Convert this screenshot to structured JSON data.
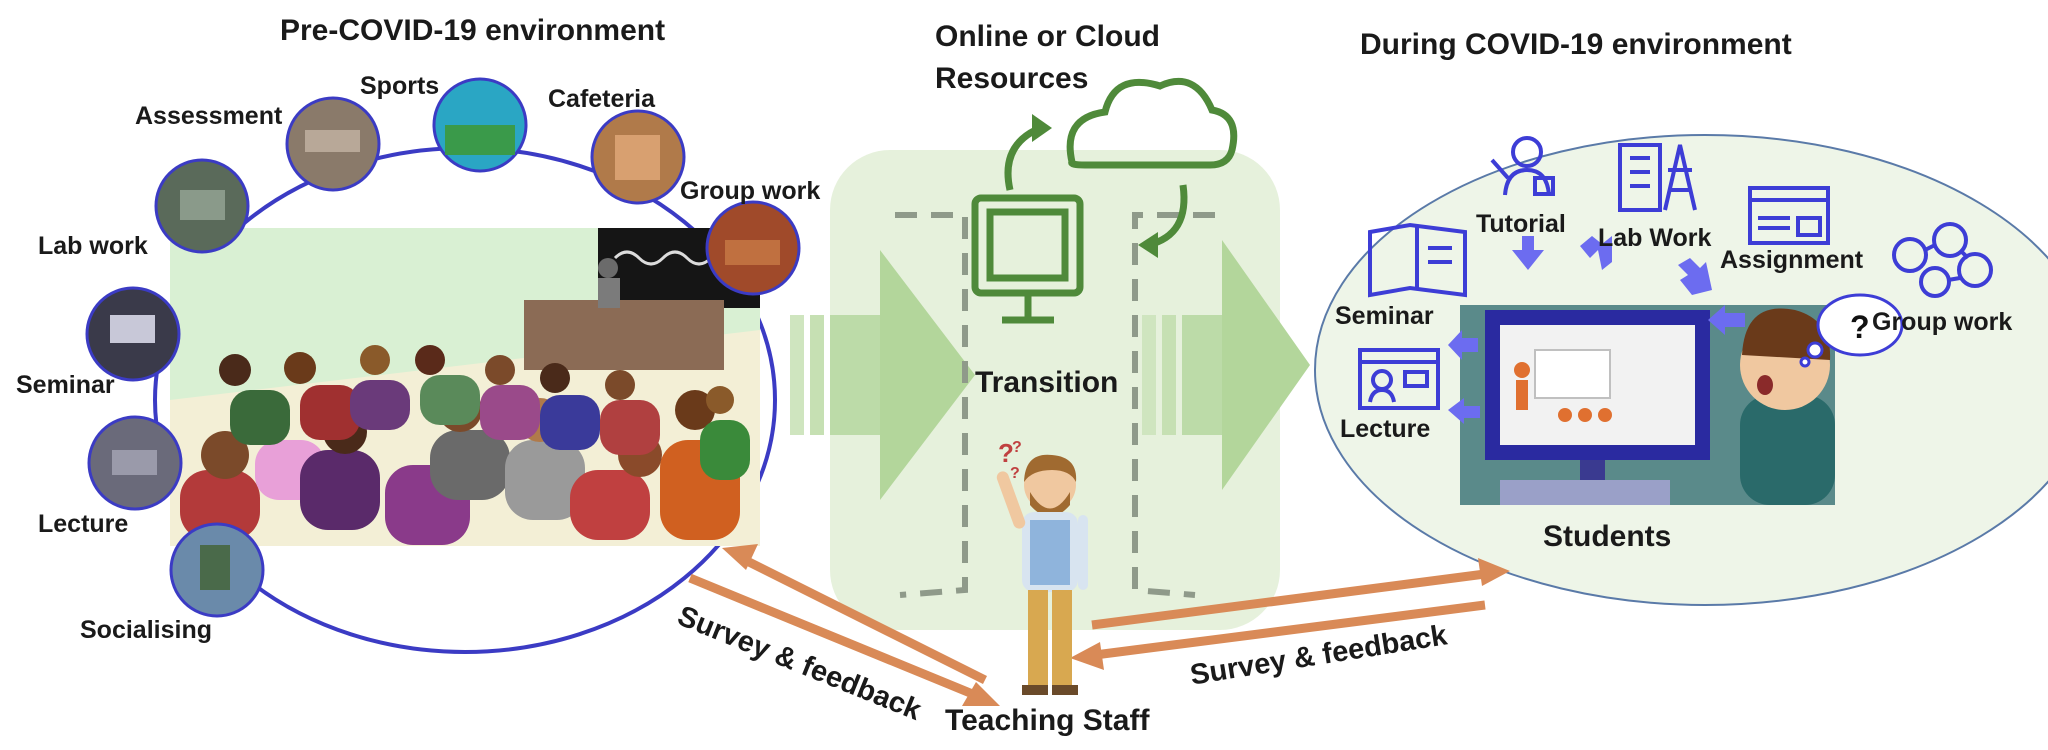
{
  "pre_covid": {
    "title": "Pre-COVID-19 environment",
    "activities": {
      "assessment": "Assessment",
      "sports": "Sports",
      "cafeteria": "Cafeteria",
      "group_work": "Group work",
      "lab_work": "Lab work",
      "seminar": "Seminar",
      "lecture": "Lecture",
      "socialising": "Socialising"
    }
  },
  "center": {
    "cloud_label": "Online or Cloud Resources",
    "cloud_label_line1": "Online or Cloud",
    "cloud_label_line2": "Resources",
    "transition_label": "Transition",
    "teaching_staff_label": "Teaching Staff"
  },
  "during_covid": {
    "title": "During COVID-19 environment",
    "activities": {
      "tutorial": "Tutorial",
      "lab_work": "Lab Work",
      "assignment": "Assignment",
      "seminar": "Seminar",
      "group_work": "Group work",
      "lecture": "Lecture"
    },
    "students_label": "Students"
  },
  "feedback": {
    "left_label": "Survey & feedback",
    "right_label": "Survey & feedback"
  },
  "colors": {
    "ellipse_outline": "#3b3bc4",
    "arrow_green": "#b7d8a4",
    "panel_green": "#e3efd8",
    "cloud_green": "#4f8a3a",
    "feedback_orange": "#d98a57",
    "icon_blue": "#3d3dd6",
    "right_fill": "#eef5e8"
  }
}
